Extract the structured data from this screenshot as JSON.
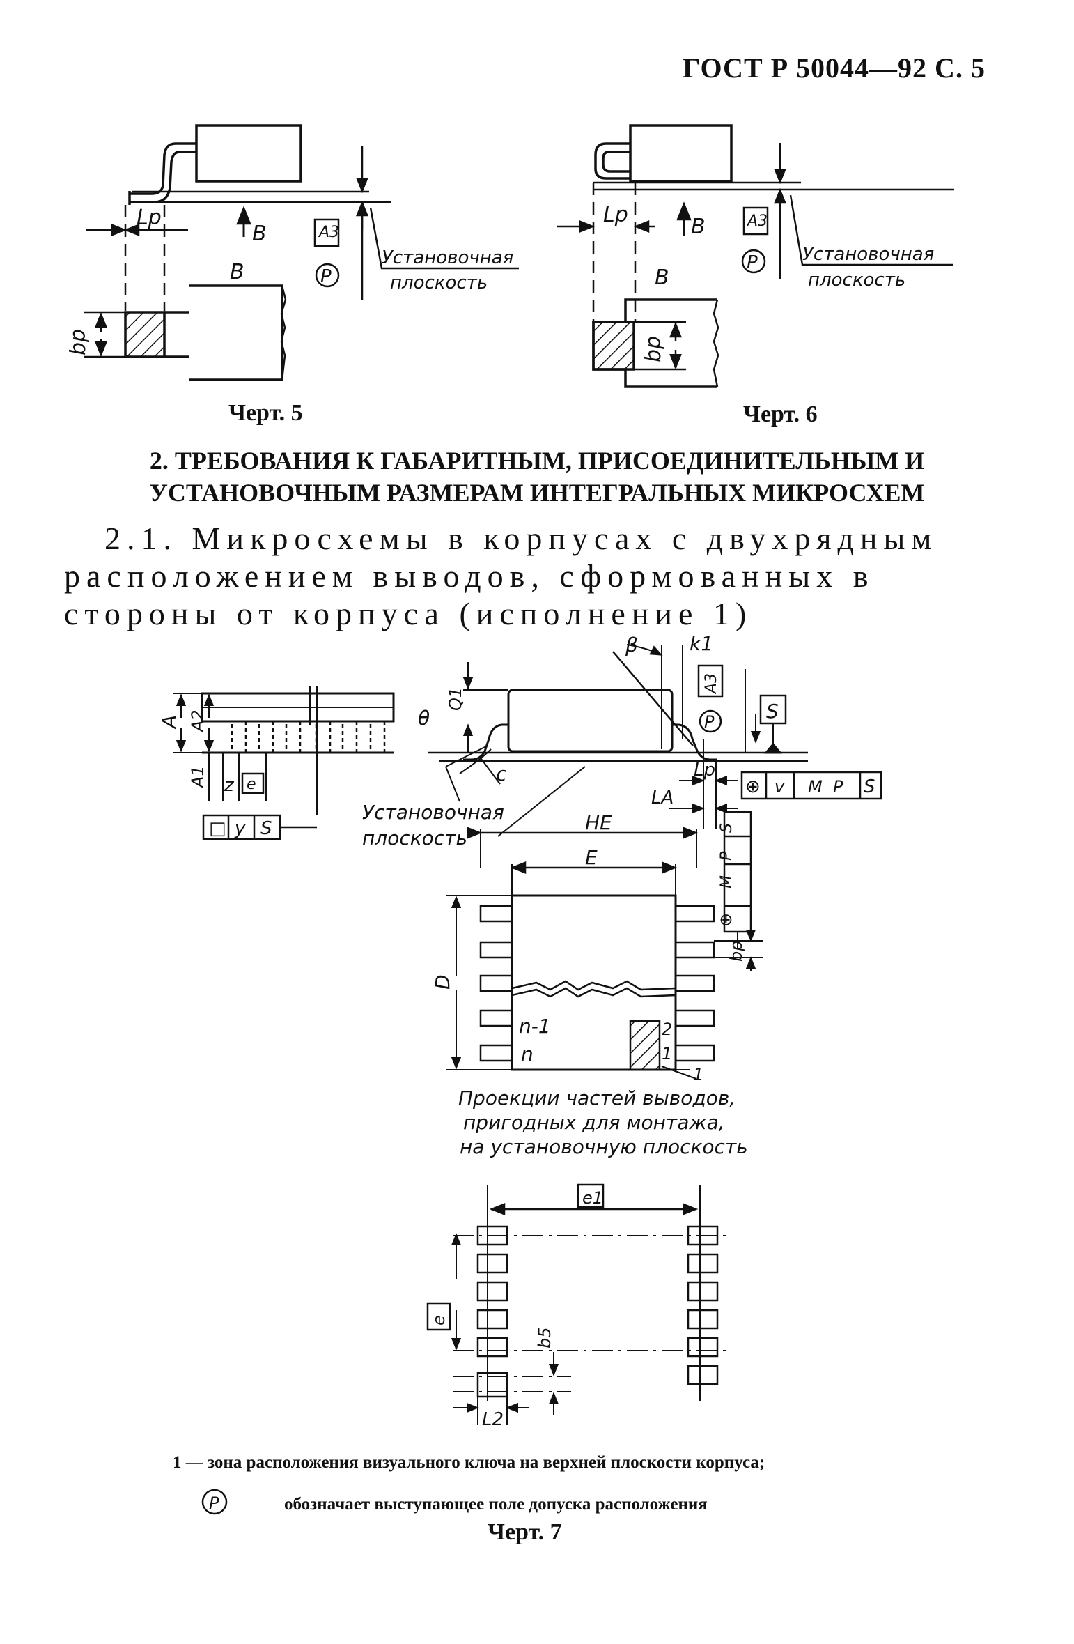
{
  "header": {
    "text": "ГОСТ Р 50044—92 С. 5"
  },
  "fig5": {
    "caption": "Черт. 5",
    "labels": {
      "lp": "Lp",
      "bp": "bp",
      "b_arrow": "B",
      "b_view": "B",
      "a3": "A3",
      "p": "P",
      "plane1": "Установочная",
      "plane2": "плоскость"
    }
  },
  "fig6": {
    "caption": "Черт. 6",
    "labels": {
      "lp": "Lp",
      "bp": "bp",
      "b_arrow": "B",
      "b_view": "B",
      "a3": "A3",
      "p": "P",
      "plane1": "Установочная",
      "plane2": "плоскость"
    }
  },
  "section": {
    "line1": "2. ТРЕБОВАНИЯ К ГАБАРИТНЫМ, ПРИСОЕДИНИТЕЛЬНЫМ И",
    "line2": "УСТАНОВОЧНЫМ РАЗМЕРАМ ИНТЕГРАЛЬНЫХ МИКРОСХЕМ"
  },
  "paragraph": {
    "line1": "2.1. Микросхемы в корпусах с двухрядным",
    "line2": "расположением выводов, сформованных в",
    "line3": "стороны от корпуса (исполнение 1)"
  },
  "fig7": {
    "caption": "Черт. 7",
    "labels": {
      "A": "A",
      "A1": "A1",
      "A2": "A2",
      "z": "z",
      "e": "e",
      "sq": "□",
      "y": "y",
      "S": "S",
      "plane1": "Установочная",
      "plane2": "плоскость",
      "beta": "β",
      "k1": "k1",
      "Q1": "Q1",
      "theta": "θ",
      "c": "c",
      "A3": "A3",
      "P": "P",
      "Lp": "Lp",
      "LA": "LA",
      "pos": "⊕",
      "v": "v",
      "M": "M",
      "HE": "HE",
      "E": "E",
      "D": "D",
      "bp": "bp",
      "n1": "n-1",
      "n": "n",
      "k2": "2",
      "k1n": "1",
      "key": "1",
      "proj1": "Проекции частей выводов,",
      "proj2": "пригодных для монтажа,",
      "proj3": "на установочную плоскость",
      "e1": "e1",
      "b5": "b5",
      "L2": "L2"
    },
    "legend1": "1 — зона расположения визуального ключа на верхней плоскости корпуса;",
    "legend2": "обозначает выступающее поле допуска расположения"
  }
}
